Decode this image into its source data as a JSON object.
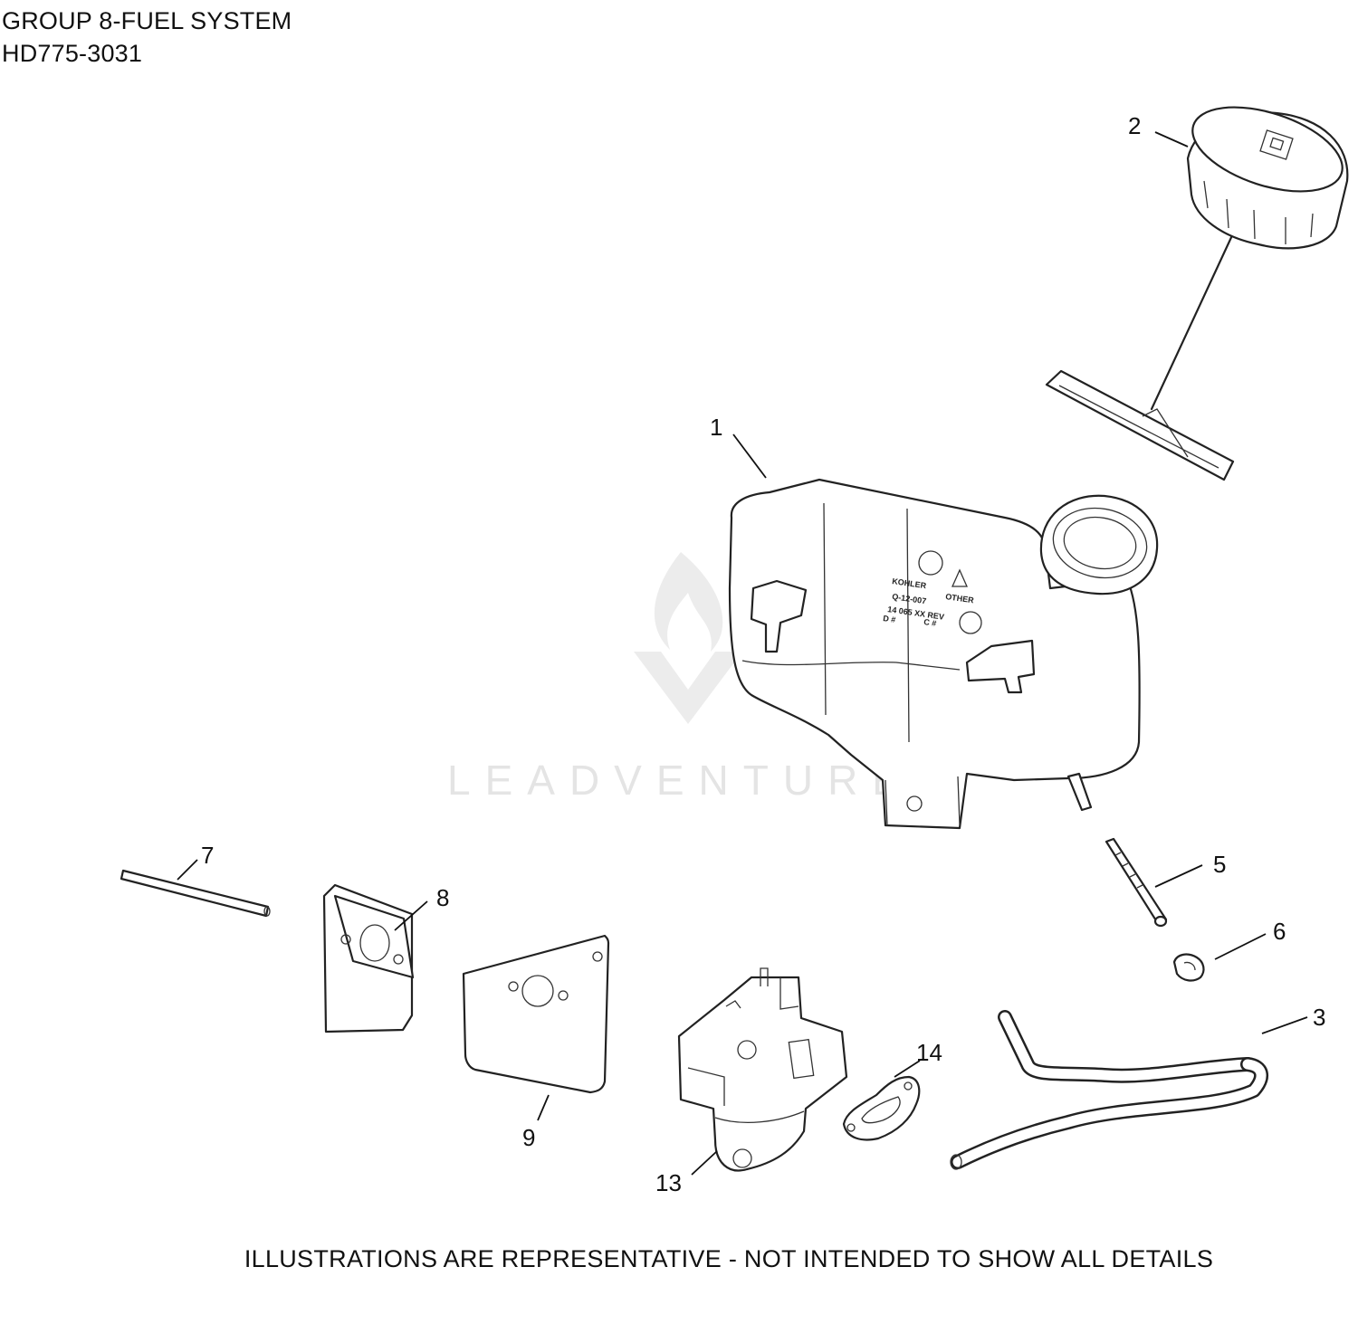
{
  "header": {
    "title": "GROUP 8-FUEL SYSTEM",
    "model": "HD775-3031"
  },
  "watermark": {
    "text": "LEADVENTURE"
  },
  "tank_markings": {
    "brand": "KOHLER",
    "part_code": "Q-12-007",
    "rev_line": "14 065 XX REV",
    "date_code": "D #",
    "cavity_code": "C #",
    "recycle_label": "OTHER"
  },
  "callouts": {
    "c1": "1",
    "c2": "2",
    "c3": "3",
    "c5": "5",
    "c6": "6",
    "c7": "7",
    "c8": "8",
    "c9": "9",
    "c13": "13",
    "c14": "14"
  },
  "footer": {
    "note": "ILLUSTRATIONS ARE REPRESENTATIVE - NOT INTENDED TO SHOW ALL DETAILS"
  }
}
